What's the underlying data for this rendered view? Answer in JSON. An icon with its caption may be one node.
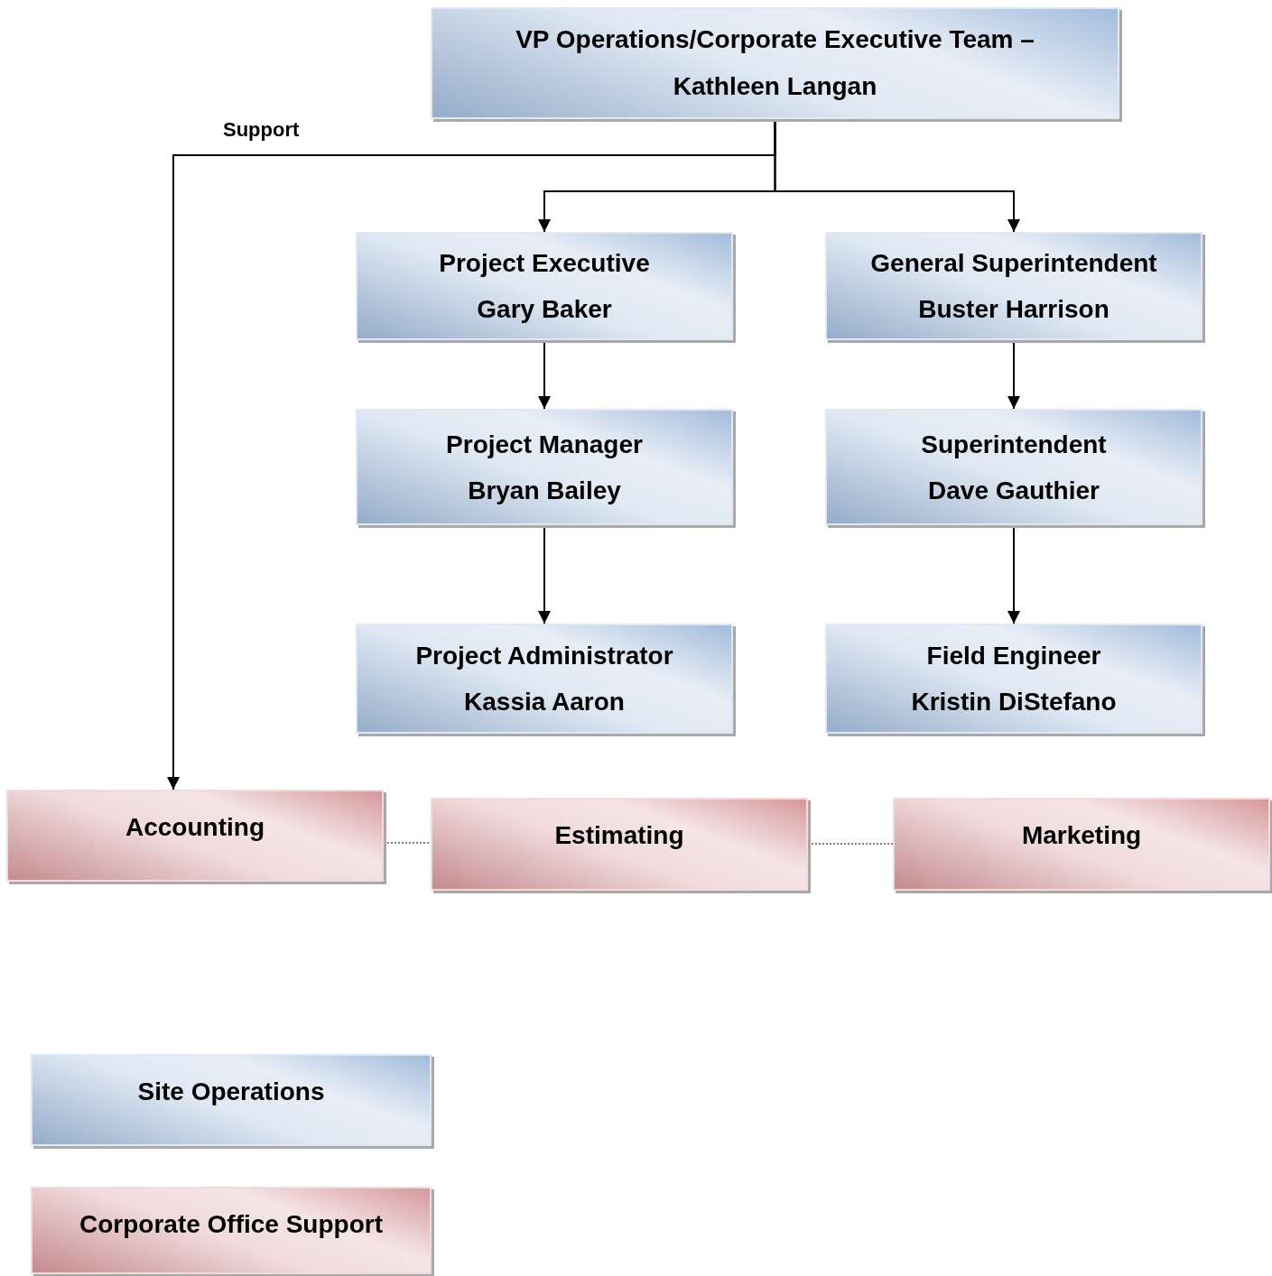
{
  "diagram": {
    "nodes": [
      {
        "text": [
          "VP Operations/Corporate Executive Team – Kathleen Langan"
        ]
      },
      {
        "text": [
          "Project Executive",
          "Gary Baker"
        ]
      },
      {
        "text": [
          "General Superintendent",
          "Buster Harrison"
        ]
      },
      {
        "text": [
          "Project Manager",
          "Bryan Bailey"
        ]
      },
      {
        "text": [
          "Superintendent",
          "Dave Gauthier"
        ]
      },
      {
        "text": [
          "Project Administrator",
          "Kassia Aaron"
        ]
      },
      {
        "text": [
          "Field Engineer",
          "Kristin DiStefano"
        ]
      },
      {
        "text": [
          "Accounting"
        ]
      },
      {
        "text": [
          "Estimating"
        ]
      },
      {
        "text": [
          "Marketing"
        ]
      }
    ],
    "edges": [
      {
        "from": 0,
        "to": 1,
        "arrow": "to"
      },
      {
        "from": 0,
        "to": 2,
        "arrow": "to"
      },
      {
        "from": 0,
        "to": 7,
        "arrow": "to",
        "label": "Support"
      },
      {
        "from": 1,
        "to": 3,
        "arrow": "to"
      },
      {
        "from": 2,
        "to": 4,
        "arrow": "to"
      },
      {
        "from": 3,
        "to": 5,
        "arrow": "to"
      },
      {
        "from": 4,
        "to": 6,
        "arrow": "to"
      },
      {
        "from": 7,
        "to": 8,
        "arrow": "none",
        "style": "dashed"
      },
      {
        "from": 8,
        "to": 9,
        "arrow": "none",
        "style": "dashed"
      }
    ],
    "legend": [
      {
        "text": "Site Operations",
        "color": "#a3bcdc"
      },
      {
        "text": "Corporate Office Support",
        "color": "#d6989c"
      }
    ]
  }
}
